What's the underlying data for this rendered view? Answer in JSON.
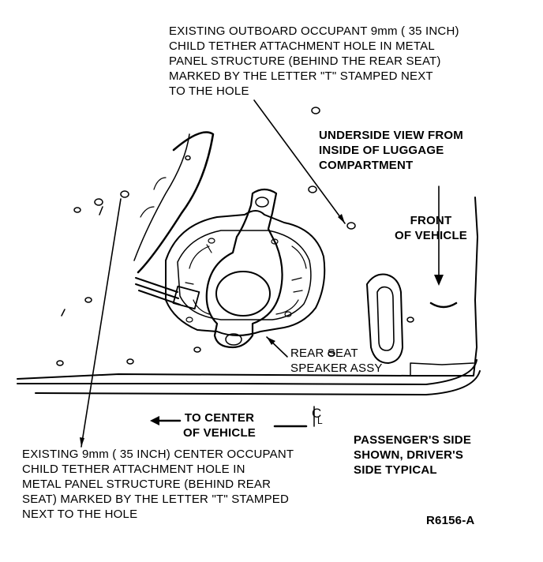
{
  "labels": {
    "outboard_hole": "EXISTING OUTBOARD OCCUPANT 9mm ( 35 INCH)\nCHILD TETHER ATTACHMENT HOLE IN METAL\nPANEL STRUCTURE (BEHIND THE REAR SEAT)\nMARKED BY THE LETTER \"T\" STAMPED NEXT\nTO THE HOLE",
    "underside_view": "UNDERSIDE VIEW FROM\nINSIDE OF LUGGAGE\nCOMPARTMENT",
    "front_of_vehicle": "FRONT\nOF VEHICLE",
    "speaker_assy": "REAR SEAT\nSPEAKER ASSY",
    "to_center": "TO CENTER\nOF VEHICLE",
    "centerline_c": "C",
    "centerline_l": "L",
    "passenger_side": "PASSENGER'S SIDE\nSHOWN, DRIVER'S\nSIDE TYPICAL",
    "center_hole": "EXISTING 9mm ( 35 INCH) CENTER OCCUPANT\nCHILD TETHER ATTACHMENT HOLE IN\nMETAL PANEL STRUCTURE (BEHIND REAR\nSEAT) MARKED BY THE LETTER \"T\" STAMPED\nNEXT TO THE HOLE",
    "figure_id": "R6156-A"
  },
  "colors": {
    "ink": "#000000",
    "paper": "#ffffff"
  }
}
